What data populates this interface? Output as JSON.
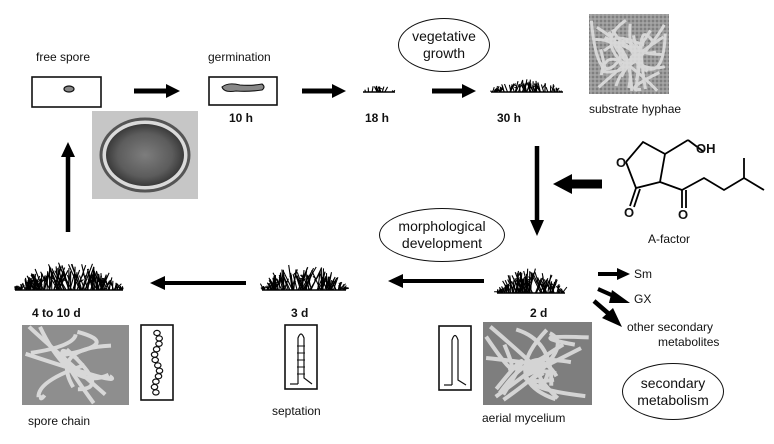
{
  "labels": {
    "free_spore": "free spore",
    "germination": "germination",
    "t10h": "10 h",
    "t18h": "18 h",
    "t30h": "30 h",
    "substrate_hyphae": "substrate hyphae",
    "vegetative_growth_l1": "vegetative",
    "vegetative_growth_l2": "growth",
    "morph_dev_l1": "morphological",
    "morph_dev_l2": "development",
    "a_factor": "A-factor",
    "oh": "OH",
    "o1": "O",
    "o2": "O",
    "o3": "O",
    "t2d": "2 d",
    "t3d": "3 d",
    "t4to10d": "4 to 10 d",
    "sm": "Sm",
    "gx": "GX",
    "other_secondary_l1": "other secondary",
    "other_secondary_l2": "metabolites",
    "secondary_metab_l1": "secondary",
    "secondary_metab_l2": "metabolism",
    "septation": "septation",
    "aerial_mycelium": "aerial mycelium",
    "spore_chain": "spore chain"
  }
}
